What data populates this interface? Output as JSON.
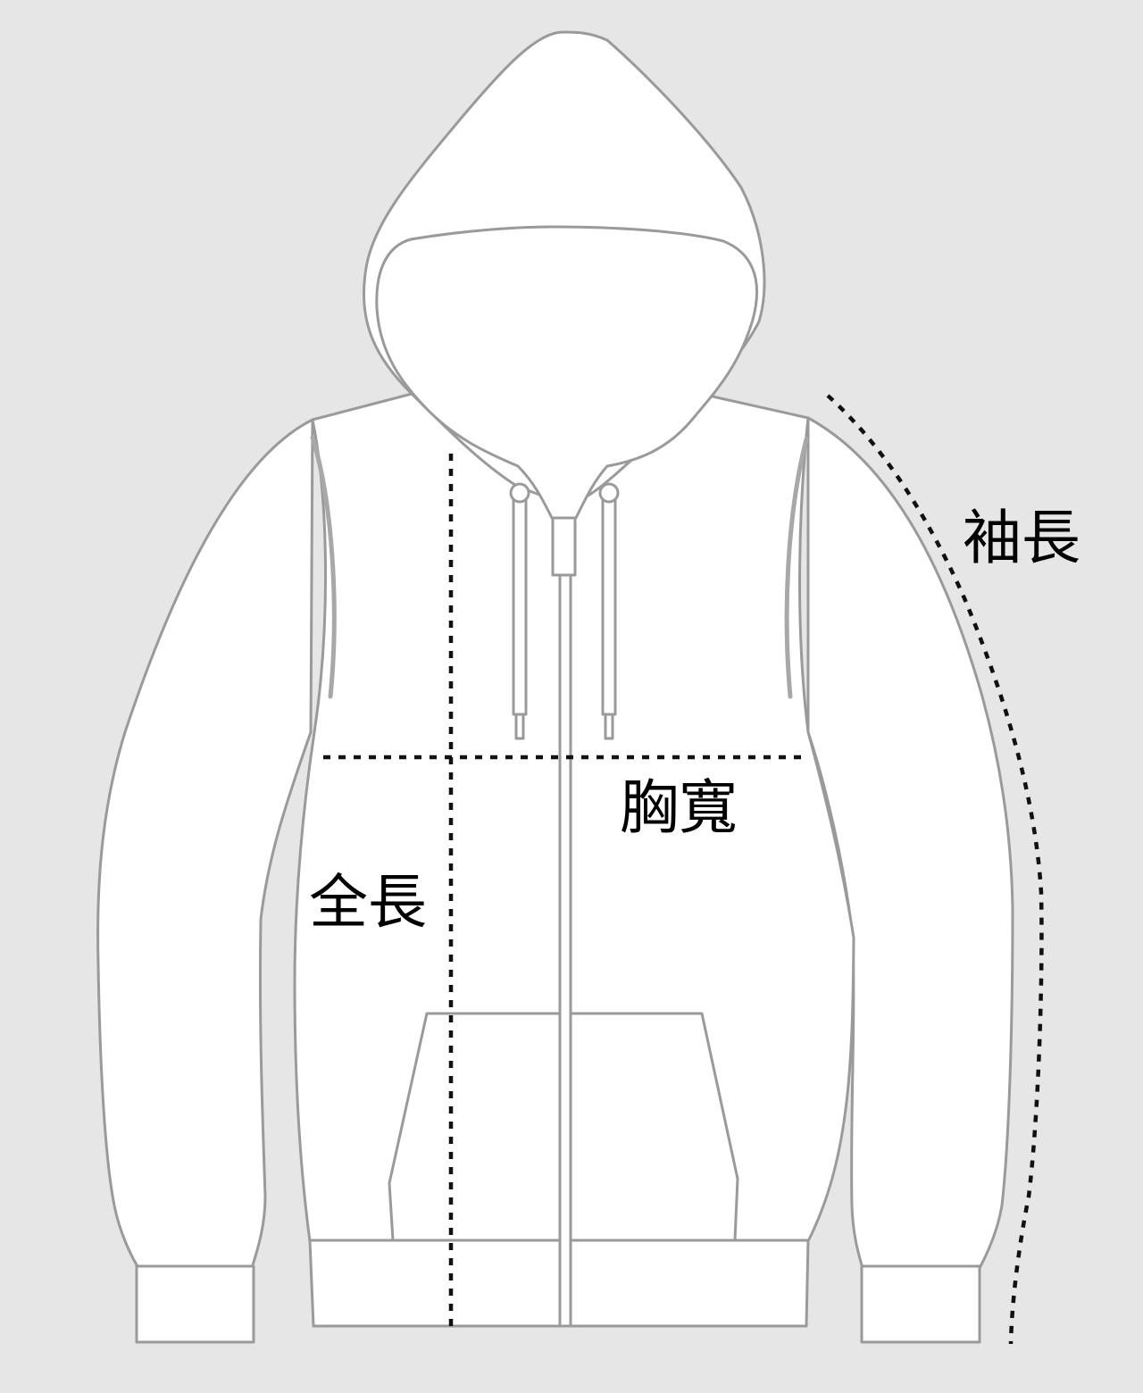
{
  "diagram": {
    "labels": {
      "sleeve_length": "袖長",
      "chest_width": "胸寬",
      "total_length": "全長"
    }
  }
}
